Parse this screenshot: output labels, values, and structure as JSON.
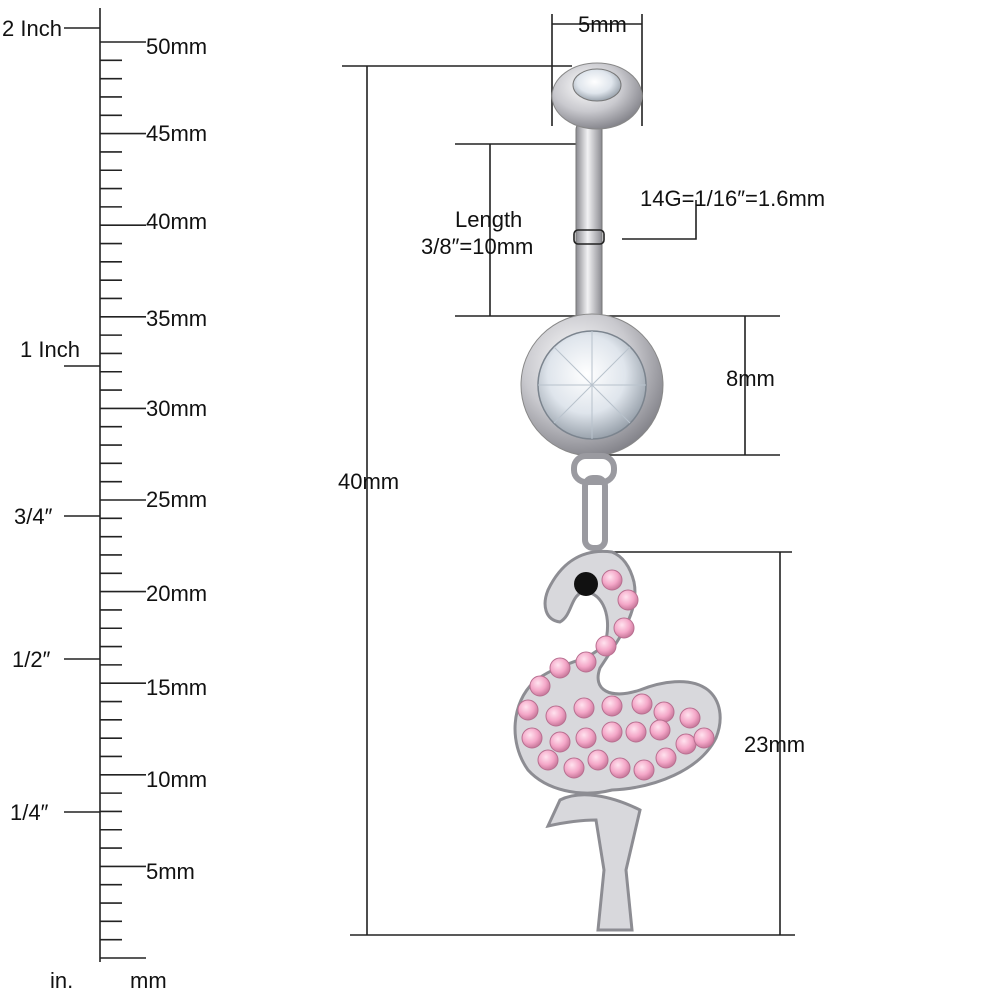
{
  "ruler": {
    "inch_labels": [
      "2 Inch",
      "1 Inch",
      "3/4″",
      "1/2″",
      "1/4″"
    ],
    "mm_labels": [
      "50mm",
      "45mm",
      "40mm",
      "35mm",
      "30mm",
      "25mm",
      "20mm",
      "15mm",
      "10mm",
      "5mm"
    ],
    "unit_in": "in.",
    "unit_mm": "mm"
  },
  "dimensions": {
    "ball_width": "5mm",
    "bar_length_title": "Length",
    "bar_length_value": "3/8″=10mm",
    "gauge": "14G=1/16″=1.6mm",
    "gem_diameter": "8mm",
    "total_length": "40mm",
    "charm_length": "23mm"
  },
  "colors": {
    "line": "#222222",
    "metal": "#c8c8cc",
    "pink_crystal": "#f4a7c8",
    "clear_crystal": "#eef2f6"
  }
}
